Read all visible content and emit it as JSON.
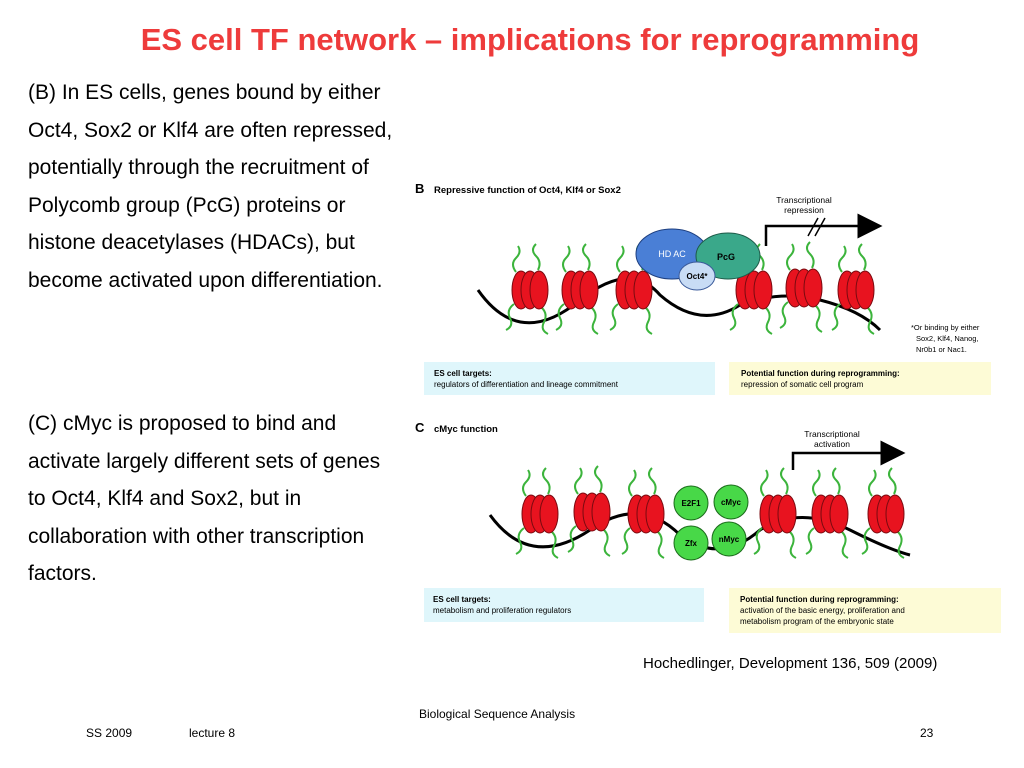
{
  "slide": {
    "title": "ES cell TF network – implications for reprogramming",
    "paragraph_b": "(B) In ES cells, genes bound by either Oct4, Sox2 or Klf4 are often repressed, potentially through the recruitment of Polycomb group (PcG) proteins or histone deacetylases (HDACs), but become activated upon differentiation.",
    "paragraph_c": "(C) cMyc is proposed to bind and activate largely different sets of genes to Oct4, Klf4 and Sox2, but in collaboration with other transcription factors.",
    "citation": "Hochedlinger, Development 136, 509 (2009)"
  },
  "figure": {
    "panel_b": {
      "letter": "B",
      "title": "Repressive function of Oct4, Klf4 or Sox2",
      "arrow_label_1": "Transcriptional",
      "arrow_label_2": "repression",
      "hdac": "HD AC",
      "pcg": "PcG",
      "oct4": "Oct4*",
      "note_1": "*Or binding by either",
      "note_2": "Sox2, Klf4, Nanog,",
      "note_3": "Nr0b1 or Nac1.",
      "targets_heading": "ES cell targets:",
      "targets_text": "regulators of differentiation and lineage commitment",
      "function_heading": "Potential function during reprogramming:",
      "function_text": "repression of somatic cell program"
    },
    "panel_c": {
      "letter": "C",
      "title": "cMyc function",
      "arrow_label_1": "Transcriptional",
      "arrow_label_2": "activation",
      "e2f1": "E2F1",
      "cmyc": "cMyc",
      "zfx": "Zfx",
      "nmyc": "nMyc",
      "targets_heading": "ES cell targets:",
      "targets_text": "metabolism and proliferation regulators",
      "function_heading": "Potential function during reprogramming:",
      "function_line_1": "activation of the basic energy, proliferation and",
      "function_line_2": "metabolism program of the embryonic state"
    },
    "colors": {
      "title_red": "#ee3b3b",
      "nucleosome_red": "#e8131f",
      "histone_tail_green": "#3cb43c",
      "hdac_blue": "#4a7fd6",
      "pcg_teal": "#3aa88a",
      "oct4_light_blue": "#c8dcf5",
      "tf_green": "#48d848",
      "targets_box": "#dff6fb",
      "function_box": "#fdfbd6"
    }
  },
  "footer": {
    "course": "Biological Sequence Analysis",
    "semester": "SS 2009",
    "lecture": "lecture 8",
    "page": "23"
  }
}
